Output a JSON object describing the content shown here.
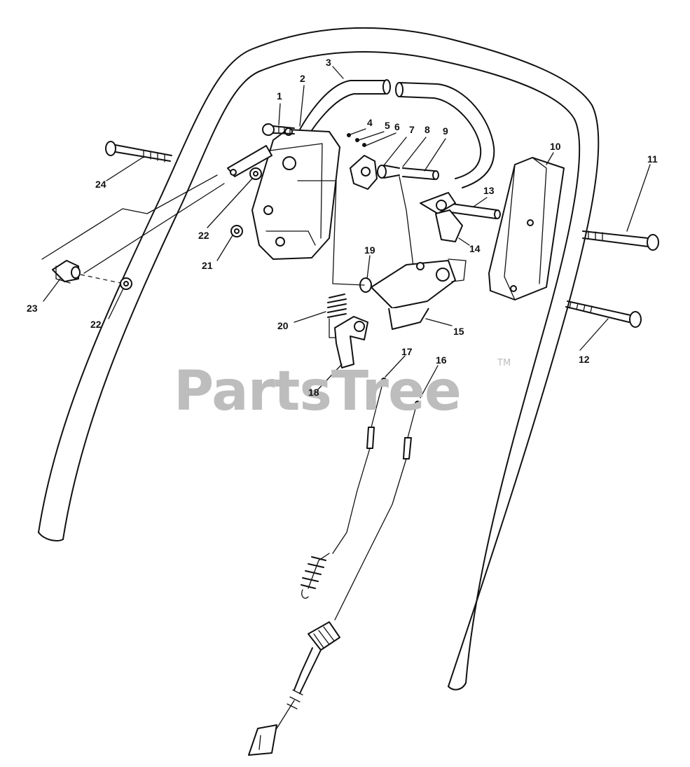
{
  "diagram": {
    "watermark": {
      "text": "PartsTree",
      "trademark": "TM"
    },
    "labels": [
      {
        "id": "1",
        "text": "1"
      },
      {
        "id": "2",
        "text": "2"
      },
      {
        "id": "3",
        "text": "3"
      },
      {
        "id": "4",
        "text": "4"
      },
      {
        "id": "5",
        "text": "5"
      },
      {
        "id": "6",
        "text": "6"
      },
      {
        "id": "7",
        "text": "7"
      },
      {
        "id": "8",
        "text": "8"
      },
      {
        "id": "9",
        "text": "9"
      },
      {
        "id": "10",
        "text": "10"
      },
      {
        "id": "11",
        "text": "11"
      },
      {
        "id": "12",
        "text": "12"
      },
      {
        "id": "13",
        "text": "13"
      },
      {
        "id": "14",
        "text": "14"
      },
      {
        "id": "15",
        "text": "15"
      },
      {
        "id": "16",
        "text": "16"
      },
      {
        "id": "17",
        "text": "17"
      },
      {
        "id": "18",
        "text": "18"
      },
      {
        "id": "19",
        "text": "19"
      },
      {
        "id": "20",
        "text": "20"
      },
      {
        "id": "21",
        "text": "21"
      },
      {
        "id": "22a",
        "text": "22"
      },
      {
        "id": "22b",
        "text": "22"
      },
      {
        "id": "23",
        "text": "23"
      },
      {
        "id": "24",
        "text": "24"
      }
    ]
  }
}
